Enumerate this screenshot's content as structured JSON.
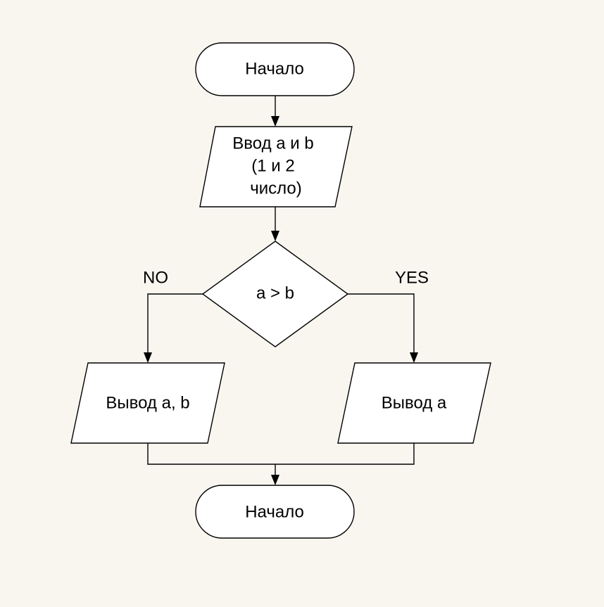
{
  "colors": {
    "background": "#f9f6f0",
    "shape_fill": "#ffffff",
    "stroke": "#000000"
  },
  "diagram": {
    "start": {
      "label": "Начало"
    },
    "input": {
      "lines": [
        "Ввод a и b",
        "(1 и 2",
        "число)"
      ]
    },
    "decision": {
      "label": "a > b"
    },
    "branch_no": {
      "label": "NO"
    },
    "branch_yes": {
      "label": "YES"
    },
    "output_no": {
      "label": "Вывод a, b"
    },
    "output_yes": {
      "label": "Вывод a"
    },
    "end": {
      "label": "Начало"
    }
  }
}
